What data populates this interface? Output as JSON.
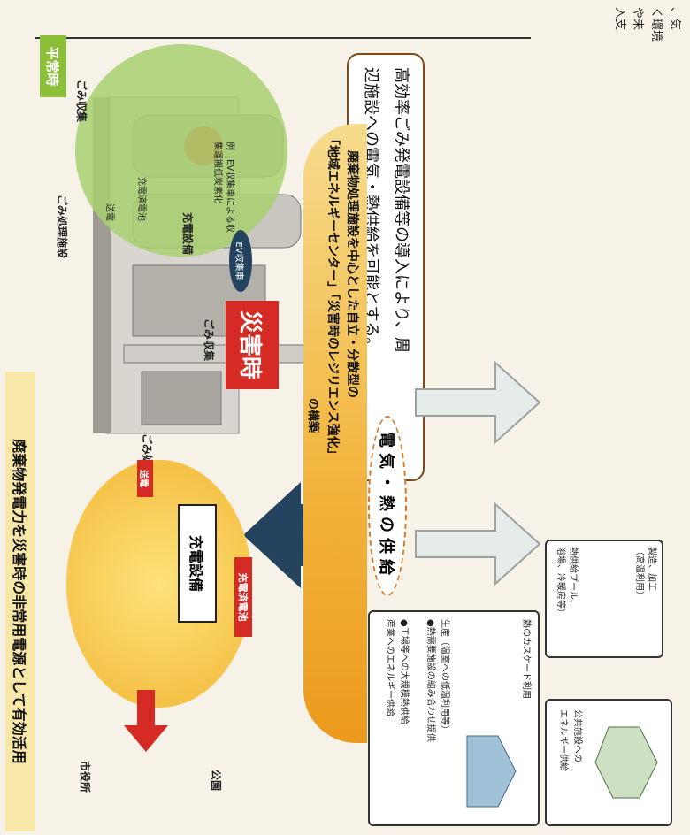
{
  "side_text": [
    "、気",
    "く環境",
    "や未",
    "入支"
  ],
  "callout": {
    "line1": "高効率ごみ発電設備等の導入により、周",
    "line2": "辺施設への電気・熱供給を可能とする。"
  },
  "supply_label": "電気・熱の供給",
  "box1": {
    "title": "熱供給プール、",
    "title2": "浴場、冷暖房等）",
    "sub1": "製造、加工",
    "sub2": "（高温利用）"
  },
  "box2": {
    "heat_cascade": "熱のカスケード利用",
    "line_a": "生産（温室への低温利用等）",
    "line_b": "●熱需要施設の組み合わせ提供",
    "line_c": "●工場等への大規模熱供給",
    "line_d": "産業へのエネルギー供給"
  },
  "box3": {
    "line1": "公共施設への",
    "line2": "エネルギー供給"
  },
  "banner": {
    "line1": "廃棄物処理施設を中心とした自立・分散型の",
    "line2": "「地域エネルギーセンター」「災害時のレジリエンス強化」",
    "line3": "の構築"
  },
  "normal": {
    "title": "平常時",
    "facility": "ごみ処理施設",
    "charging": "充電設備",
    "send": "送電",
    "battery": "充電済電池",
    "ev_note": "EV収集車",
    "collection": "ごみ収集",
    "note_a": "例　EV収集車による収",
    "note_b": "集運搬低炭素化"
  },
  "disaster": {
    "title": "災害時",
    "facility": "ごみ処理施設",
    "charging": "充電設備",
    "send": "送電",
    "battery": "充電済電池",
    "collection": "ごみ収集",
    "cityhall": "市役所",
    "park": "公園"
  },
  "footer": "廃棄物発電力を災害時の非常用電源として有効活用",
  "colors": {
    "red": "#d62a24",
    "green": "#8bbf3a",
    "orange": "#f0a428",
    "navy": "#24435e"
  }
}
